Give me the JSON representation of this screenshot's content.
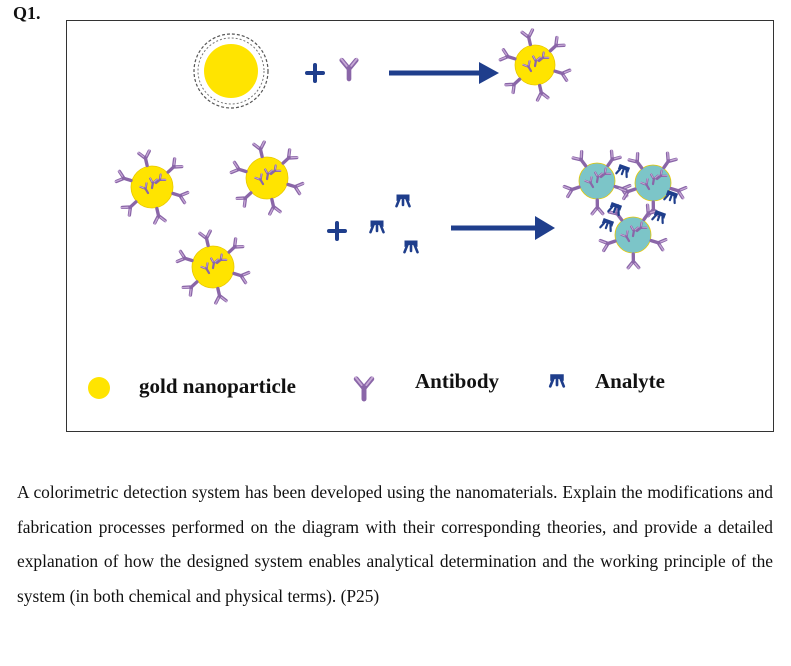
{
  "question": {
    "number": "Q1.",
    "text": "A colorimetric detection system has been developed using the nanomaterials. Explain the modifications and fabrication processes performed on the diagram with their corresponding theories, and provide a detailed explanation of how the designed system enables analytical determination and the working principle of the system (in both chemical and physical terms). (P25)"
  },
  "figure": {
    "legend": {
      "gold_nanoparticle": "gold nanoparticle",
      "antibody": "Antibody",
      "analyte": "Analyte"
    },
    "colors": {
      "gold": "#FFE400",
      "gold_edge": "#E8C800",
      "aggregate": "#7CC5C8",
      "antibody": "#8A66A8",
      "antibody_light": "#C7A9D6",
      "analyte": "#1F3E8C",
      "arrow": "#1F3E8C"
    }
  }
}
